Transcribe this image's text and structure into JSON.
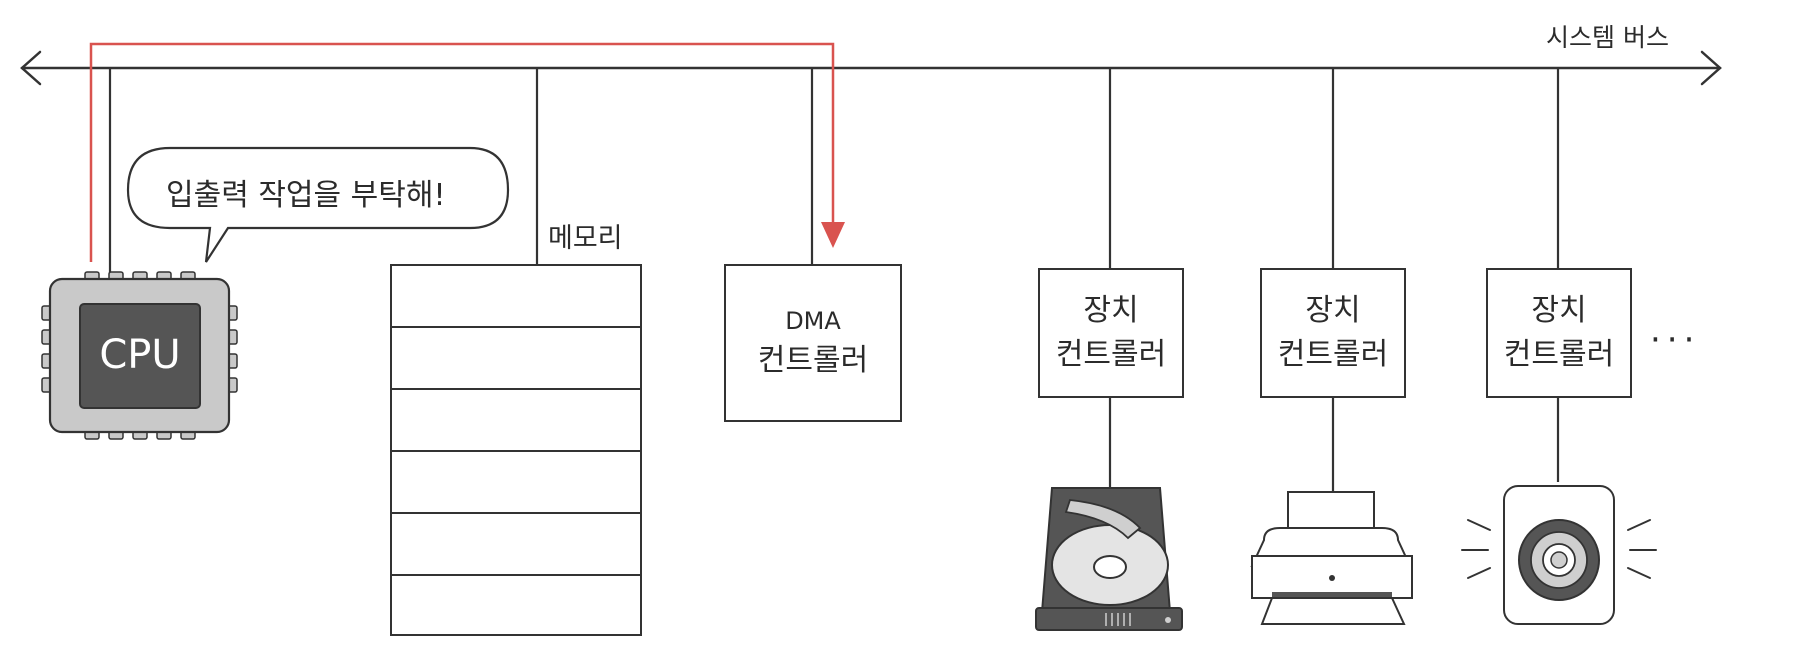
{
  "bus": {
    "label": "시스템 버스"
  },
  "cpu": {
    "label": "CPU"
  },
  "speech": {
    "text": "입출력 작업을 부탁해!"
  },
  "memory": {
    "label": "메모리",
    "cells": 6
  },
  "dma": {
    "line1": "DMA",
    "line2": "컨트롤러"
  },
  "device_controllers": [
    {
      "line1": "장치",
      "line2": "컨트롤러",
      "device": "hard-disk"
    },
    {
      "line1": "장치",
      "line2": "컨트롤러",
      "device": "printer"
    },
    {
      "line1": "장치",
      "line2": "컨트롤러",
      "device": "speaker"
    }
  ],
  "more": "···",
  "colors": {
    "line": "#333333",
    "request_arrow": "#d9534f",
    "cpu_body": "#c9c9c9",
    "cpu_core": "#555555",
    "device_dark": "#555555",
    "device_light": "#cfcfcf"
  }
}
